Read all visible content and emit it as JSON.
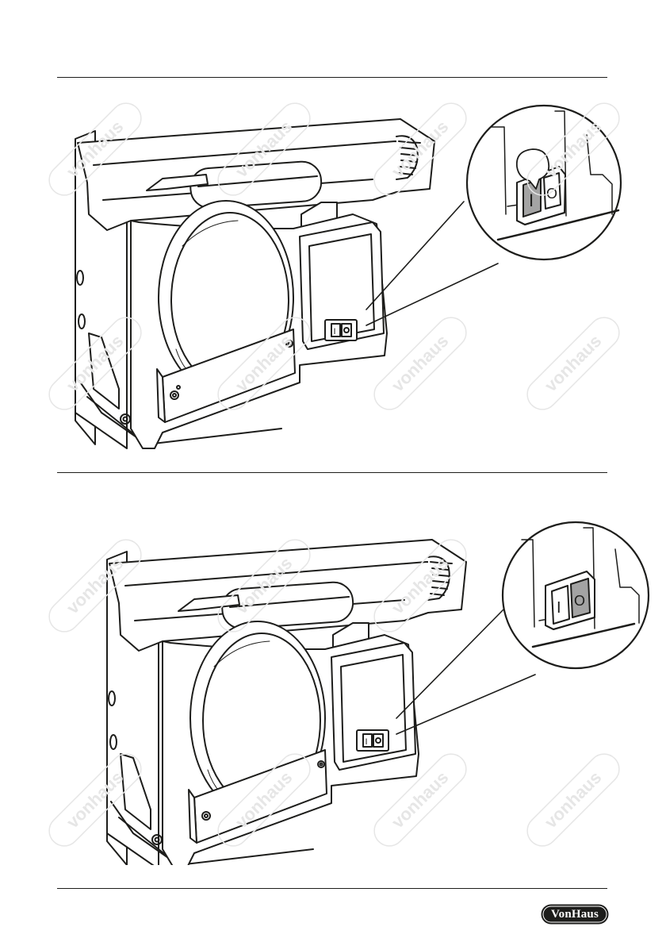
{
  "page": {
    "figures": [
      {
        "id": "switch-on",
        "switch_labels": {
          "on_symbol": "I",
          "off_symbol": "O"
        }
      },
      {
        "id": "switch-off",
        "switch_labels": {
          "on_symbol": "I",
          "off_symbol": "O"
        }
      }
    ],
    "watermark_text": "vonhaus",
    "footer": {
      "brand_logo_text": "VonHaus"
    }
  },
  "colors": {
    "ink": "#1d1d1b",
    "highlight": "#a3a3a3",
    "watermark": "#e6e6e6",
    "background": "#ffffff"
  }
}
